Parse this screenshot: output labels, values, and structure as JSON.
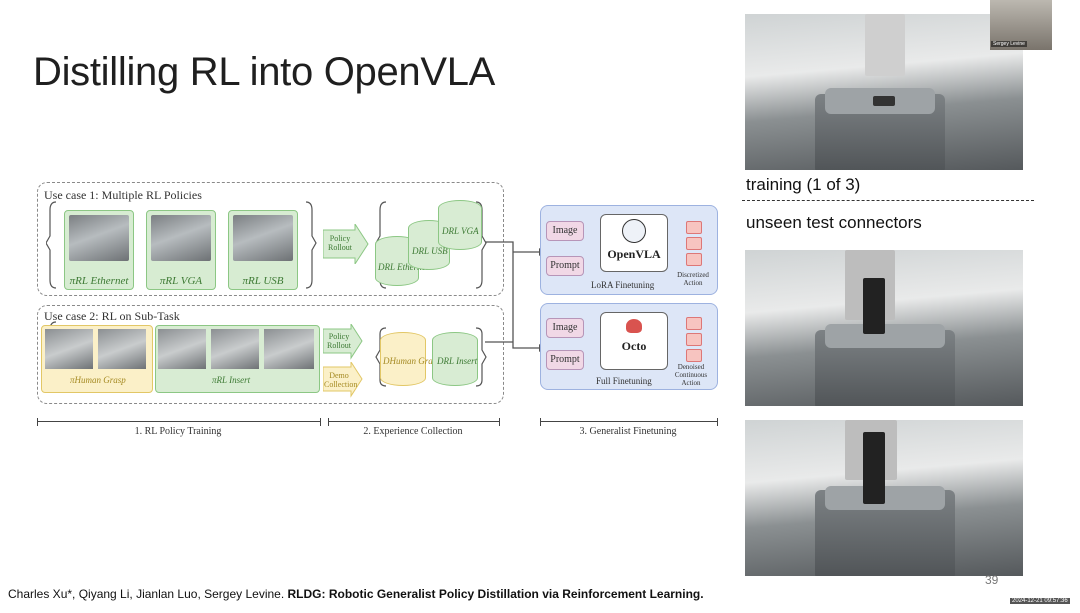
{
  "slide": {
    "title": "Distilling RL into OpenVLA",
    "page_number": "39",
    "footer_authors": "Charles Xu*, Qiyang Li, Jianlan Luo, Sergey Levine.",
    "footer_paper": "RLDG: Robotic Generalist Policy Distillation via Reinforcement Learning.",
    "timestamp": "2024-12-21 09:57:36",
    "webcam_name": "Sergey Levine"
  },
  "diagram": {
    "use_case_1_label": "Use case 1: Multiple RL Policies",
    "use_case_2_label": "Use case 2: RL on Sub-Task",
    "policies_1": [
      "πRL Ethernet",
      "πRL VGA",
      "πRL USB"
    ],
    "policy_rollout_1": "Policy Rollout",
    "datasets_1": [
      "DRL Ethernet",
      "DRL USB",
      "DRL VGA"
    ],
    "policy_human": "πHuman Grasp",
    "policy_insert": "πRL Insert",
    "policy_rollout_2": "Policy Rollout",
    "demo_collection": "Demo Collection",
    "datasets_2": [
      "DHuman Grasp",
      "DRL Insert"
    ],
    "panel_1": {
      "image": "Image",
      "prompt": "Prompt",
      "model": "OpenVLA",
      "output": "Discretized Action",
      "caption": "LoRA Finetuning"
    },
    "panel_2": {
      "image": "Image",
      "prompt": "Prompt",
      "model": "Octo",
      "output": "Denoised Continuous Action",
      "caption": "Full Finetuning"
    },
    "stages": [
      "1. RL Policy Training",
      "2. Experience Collection",
      "3. Generalist Finetuning"
    ]
  },
  "right": {
    "caption_training": "training (1 of 3)",
    "caption_test": "unseen test connectors"
  },
  "colors": {
    "green": "#d8ecd3",
    "blue_panel": "#dde6f7",
    "pink_chip": "#f1d8e6",
    "yellow": "#fbf0c8"
  }
}
